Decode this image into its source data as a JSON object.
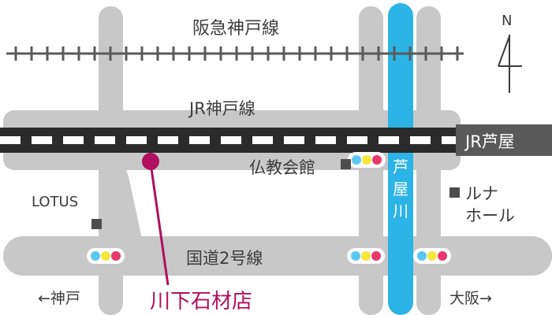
{
  "compass": {
    "label": "N"
  },
  "railways": {
    "hankyu": "阪急神戸線",
    "jr": "JR神戸線"
  },
  "station": {
    "label": "JR芦屋"
  },
  "river": {
    "label": "芦屋川"
  },
  "road": {
    "label": "国道2号線"
  },
  "landmarks": {
    "buddhist_hall": "仏教会館",
    "lotus": "LOTUS",
    "luna_hall_line1": "ルナ",
    "luna_hall_line2": "ホール"
  },
  "directions": {
    "west": "←神戸",
    "east": "大阪→"
  },
  "destination": {
    "label": "川下石材店"
  },
  "colors": {
    "road": "#c8c8c8",
    "river": "#2cb4e6",
    "rail": "#5a5a5a",
    "station": "#595959",
    "pin": "#b0105f",
    "signal_blue": "#5ac8f0",
    "signal_yellow": "#f5e63c",
    "signal_red": "#e8386e"
  }
}
